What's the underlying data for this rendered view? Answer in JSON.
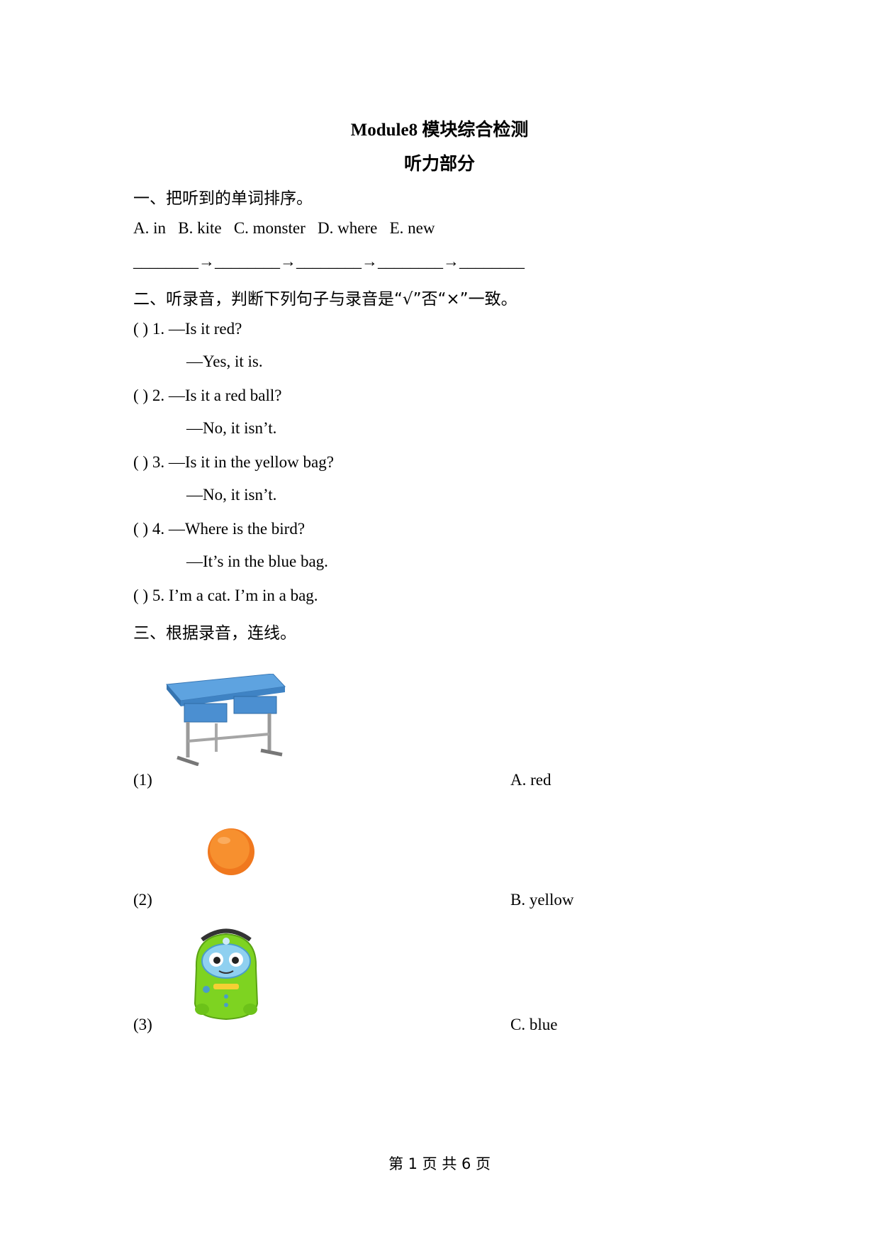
{
  "title": "Module8 模块综合检测",
  "subtitle": "听力部分",
  "section1": {
    "heading": "一、把听到的单词排序。",
    "options": "A. in   B. kite   C. monster   D. where   E. new",
    "blanks": "________→________→________→________→________"
  },
  "section2": {
    "heading": "二、听录音，判断下列句子与录音是“√”否“×”一致。",
    "items": [
      {
        "q": "( ) 1. —Is it red?",
        "a": "—Yes, it is."
      },
      {
        "q": "( ) 2. —Is it a red ball?",
        "a": "—No, it isn’t."
      },
      {
        "q": "( ) 3. —Is it in the yellow bag?",
        "a": "—No, it isn’t."
      },
      {
        "q": "( ) 4. —Where is the bird?",
        "a": "—It’s in the blue bag."
      },
      {
        "q": "( ) 5. I’m a cat. I’m in a bag.",
        "a": ""
      }
    ]
  },
  "section3": {
    "heading": "三、根据录音，连线。",
    "left": [
      "(1)",
      "(2)",
      "(3)"
    ],
    "right": [
      "A. red",
      "B. yellow",
      "C. blue"
    ]
  },
  "footer": "第 1 页 共 6 页",
  "colors": {
    "desk": "#4b8fd1",
    "ball": "#f7902f",
    "bag": "#7ed321"
  }
}
